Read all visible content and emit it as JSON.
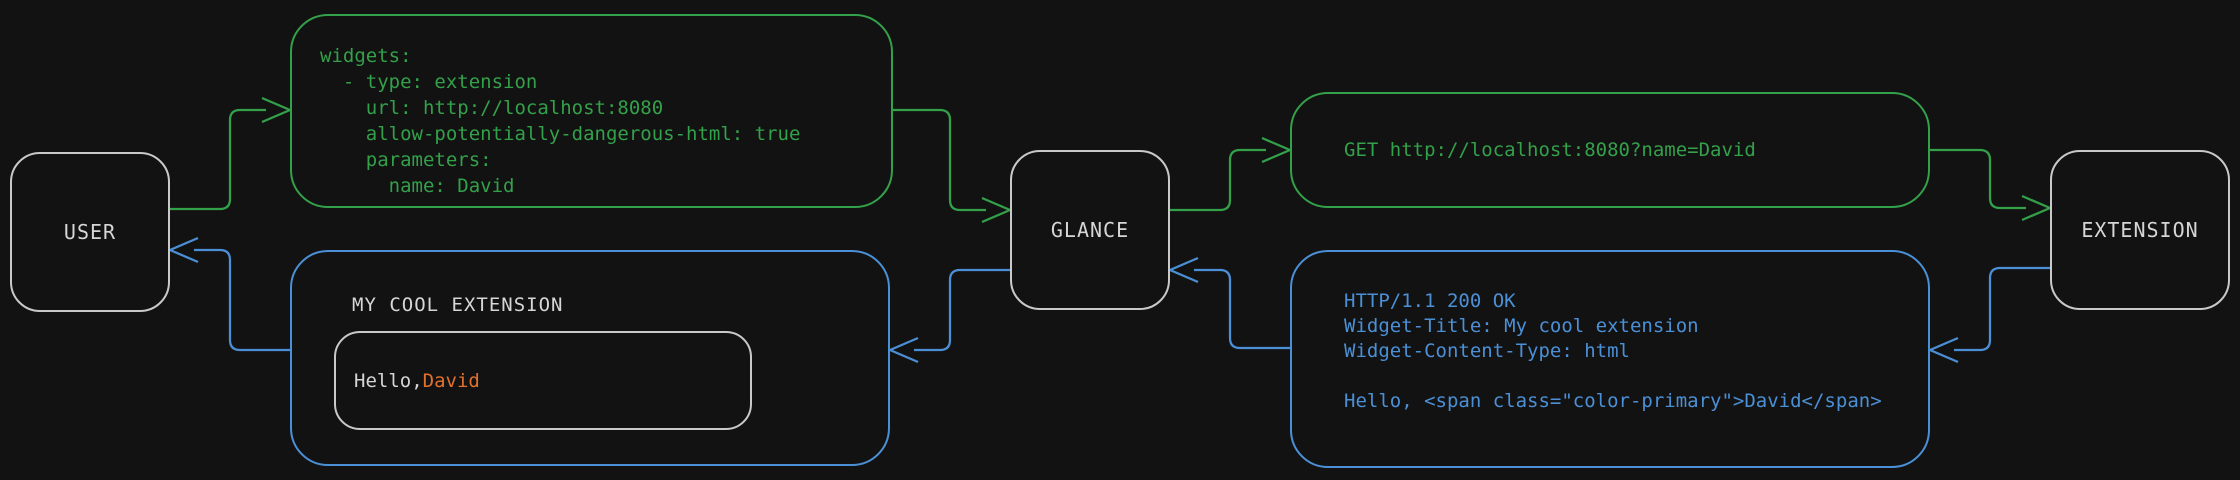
{
  "colors": {
    "green": "#33a04a",
    "blue": "#4b90d6",
    "orange": "#e1702d",
    "text": "#d6d6d6",
    "node-border": "#c9c9c9",
    "background": "#121212"
  },
  "nodes": {
    "user": {
      "label": "USER"
    },
    "glance": {
      "label": "GLANCE"
    },
    "extension": {
      "label": "EXTENSION"
    }
  },
  "config_box": {
    "code": "widgets:\n  - type: extension\n    url: http://localhost:8080\n    allow-potentially-dangerous-html: true\n    parameters:\n      name: David"
  },
  "request_box": {
    "text": "GET http://localhost:8080?name=David"
  },
  "response_box": {
    "code": "HTTP/1.1 200 OK\nWidget-Title: My cool extension\nWidget-Content-Type: html\n\nHello, <span class=\"color-primary\">David</span>"
  },
  "widget_preview": {
    "title": "MY COOL EXTENSION",
    "greeting_prefix": "Hello, ",
    "greeting_name": "David"
  }
}
